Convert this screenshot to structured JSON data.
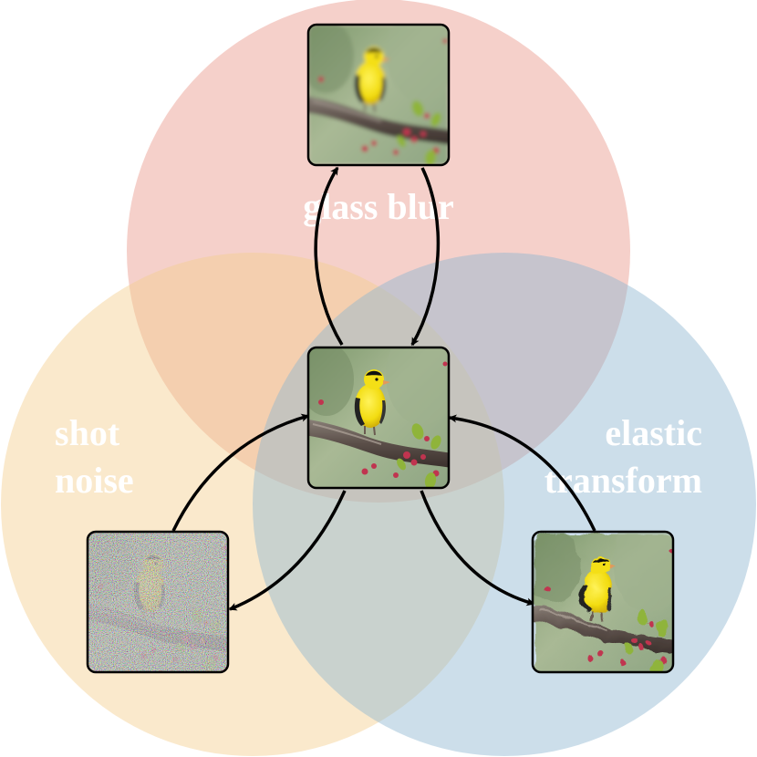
{
  "colors": {
    "glass_blur": "#e8968a",
    "shot_noise": "#f3cf8e",
    "elastic_transform": "#8fb5d0",
    "arrow": "#000000",
    "label": "#ffffff"
  },
  "labels": {
    "glass_blur": "glass blur",
    "shot_noise": [
      "shot",
      "noise"
    ],
    "elastic_transform": [
      "elastic",
      "transform"
    ]
  },
  "images": {
    "original": "bird-image",
    "glass_blur": "bird-image-blurred",
    "shot_noise": "bird-image-noisy",
    "elastic_transform": "bird-image-distorted"
  }
}
